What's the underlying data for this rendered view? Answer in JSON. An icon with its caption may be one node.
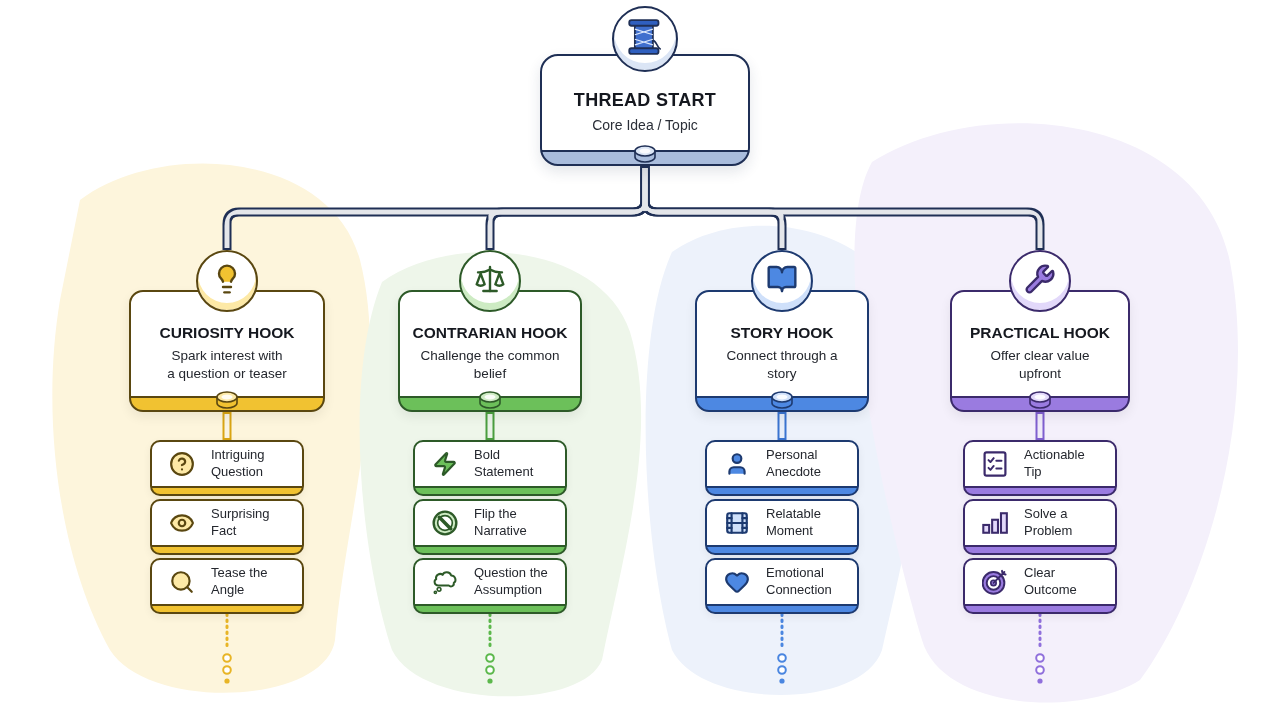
{
  "diagram": {
    "nodes": [
      {
        "text": [
          "THREAD START",
          "Core Idea / Topic"
        ]
      },
      {
        "text": [
          "CURIOSITY HOOK",
          "Spark interest with a question or teaser"
        ]
      },
      {
        "text": [
          "Intriguing Question"
        ]
      },
      {
        "text": [
          "Surprising Fact"
        ]
      },
      {
        "text": [
          "Tease the Angle"
        ]
      },
      {
        "text": [
          "CONTRARIAN HOOK",
          "Challenge the common belief"
        ]
      },
      {
        "text": [
          "Bold Statement"
        ]
      },
      {
        "text": [
          "Flip the Narrative"
        ]
      },
      {
        "text": [
          "Question the Assumption"
        ]
      },
      {
        "text": [
          "STORY HOOK",
          "Connect through a story"
        ]
      },
      {
        "text": [
          "Personal Anecdote"
        ]
      },
      {
        "text": [
          "Relatable Moment"
        ]
      },
      {
        "text": [
          "Emotional Connection"
        ]
      },
      {
        "text": [
          "PRACTICAL HOOK",
          "Offer clear value upfront"
        ]
      },
      {
        "text": [
          "Actionable Tip"
        ]
      },
      {
        "text": [
          "Solve a Problem"
        ]
      },
      {
        "text": [
          "Clear Outcome"
        ]
      }
    ],
    "edges": [
      {
        "from": 0,
        "to": 1,
        "arrow": "none"
      },
      {
        "from": 0,
        "to": 5,
        "arrow": "none"
      },
      {
        "from": 0,
        "to": 9,
        "arrow": "none"
      },
      {
        "from": 0,
        "to": 13,
        "arrow": "none"
      },
      {
        "from": 1,
        "to": 2,
        "arrow": "none",
        "color": "#d9a514"
      },
      {
        "from": 5,
        "to": 6,
        "arrow": "none",
        "color": "#4a9e3f"
      },
      {
        "from": 9,
        "to": 10,
        "arrow": "none",
        "color": "#3a74d0"
      },
      {
        "from": 13,
        "to": 14,
        "arrow": "none",
        "color": "#7f5fcf"
      },
      {
        "from": 4,
        "to": null,
        "arrow": "other",
        "style": "dashed",
        "color": "#e8b526"
      },
      {
        "from": 8,
        "to": null,
        "arrow": "other",
        "style": "dashed",
        "color": "#5cb84c"
      },
      {
        "from": 12,
        "to": null,
        "arrow": "other",
        "style": "dashed",
        "color": "#4a86e0"
      },
      {
        "from": 16,
        "to": null,
        "arrow": "other",
        "style": "dashed",
        "color": "#9070dc"
      }
    ]
  }
}
